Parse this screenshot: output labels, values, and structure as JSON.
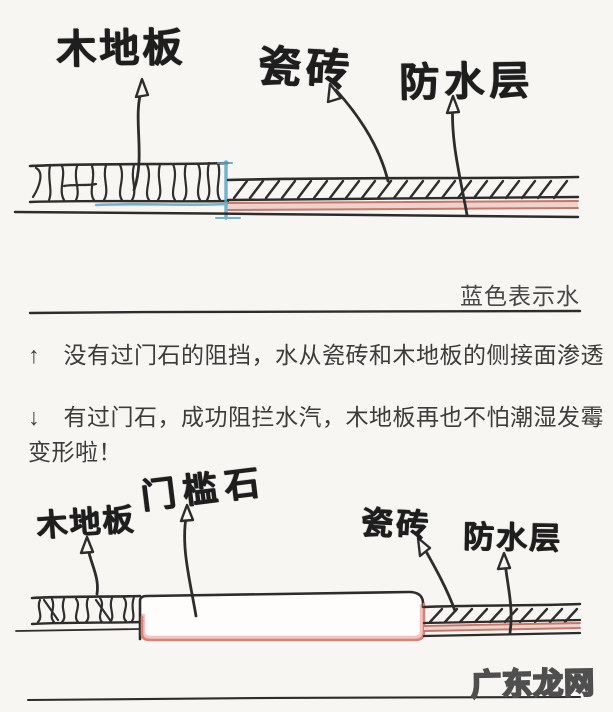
{
  "colors": {
    "ink": "#2d2d2d",
    "water_blue": "#5ba8c4",
    "waterproof_red": "#c4786c",
    "waterproof_pink": "#eed2cb",
    "threshold_red": "#d5847c",
    "background": "#f7f6f3",
    "watermark_outline": "#4f4f4f"
  },
  "top_diagram": {
    "label_wood": "木地板",
    "label_tile": "瓷砖",
    "label_waterproof": "防水层",
    "caption": "蓝色表示水"
  },
  "notes": {
    "line_no_stone": "↑　没有过门石的阻挡，水从瓷砖和木地板的侧接面渗透",
    "line_with_stone": "↓　有过门石，成功阻拦水汽，木地板再也不怕潮湿发霉",
    "line_with_stone_cont": "变形啦！"
  },
  "bottom_diagram": {
    "label_wood": "木地板",
    "label_threshold": "门槛石",
    "label_tile": "瓷砖",
    "label_waterproof": "防水层"
  },
  "watermark": "广东龙网"
}
